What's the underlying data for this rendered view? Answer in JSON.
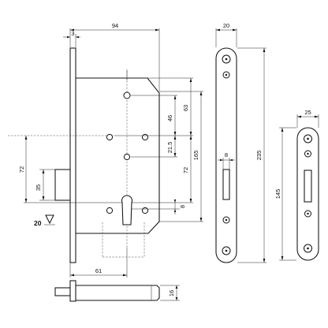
{
  "dimensions": {
    "d_94": "94",
    "d_3": "3",
    "d_20": "20",
    "d_235": "235",
    "d_63": "63",
    "d_46": "46",
    "d_21_5": "21.5",
    "d_165": "165",
    "d_72_inner": "72",
    "d_72_left": "72",
    "d_35": "35",
    "d_8_body": "8",
    "d_8_plate": "8",
    "d_25": "25",
    "d_145": "145",
    "d_61": "61",
    "d_16": "16"
  },
  "marks": {
    "direction_number": "20"
  }
}
